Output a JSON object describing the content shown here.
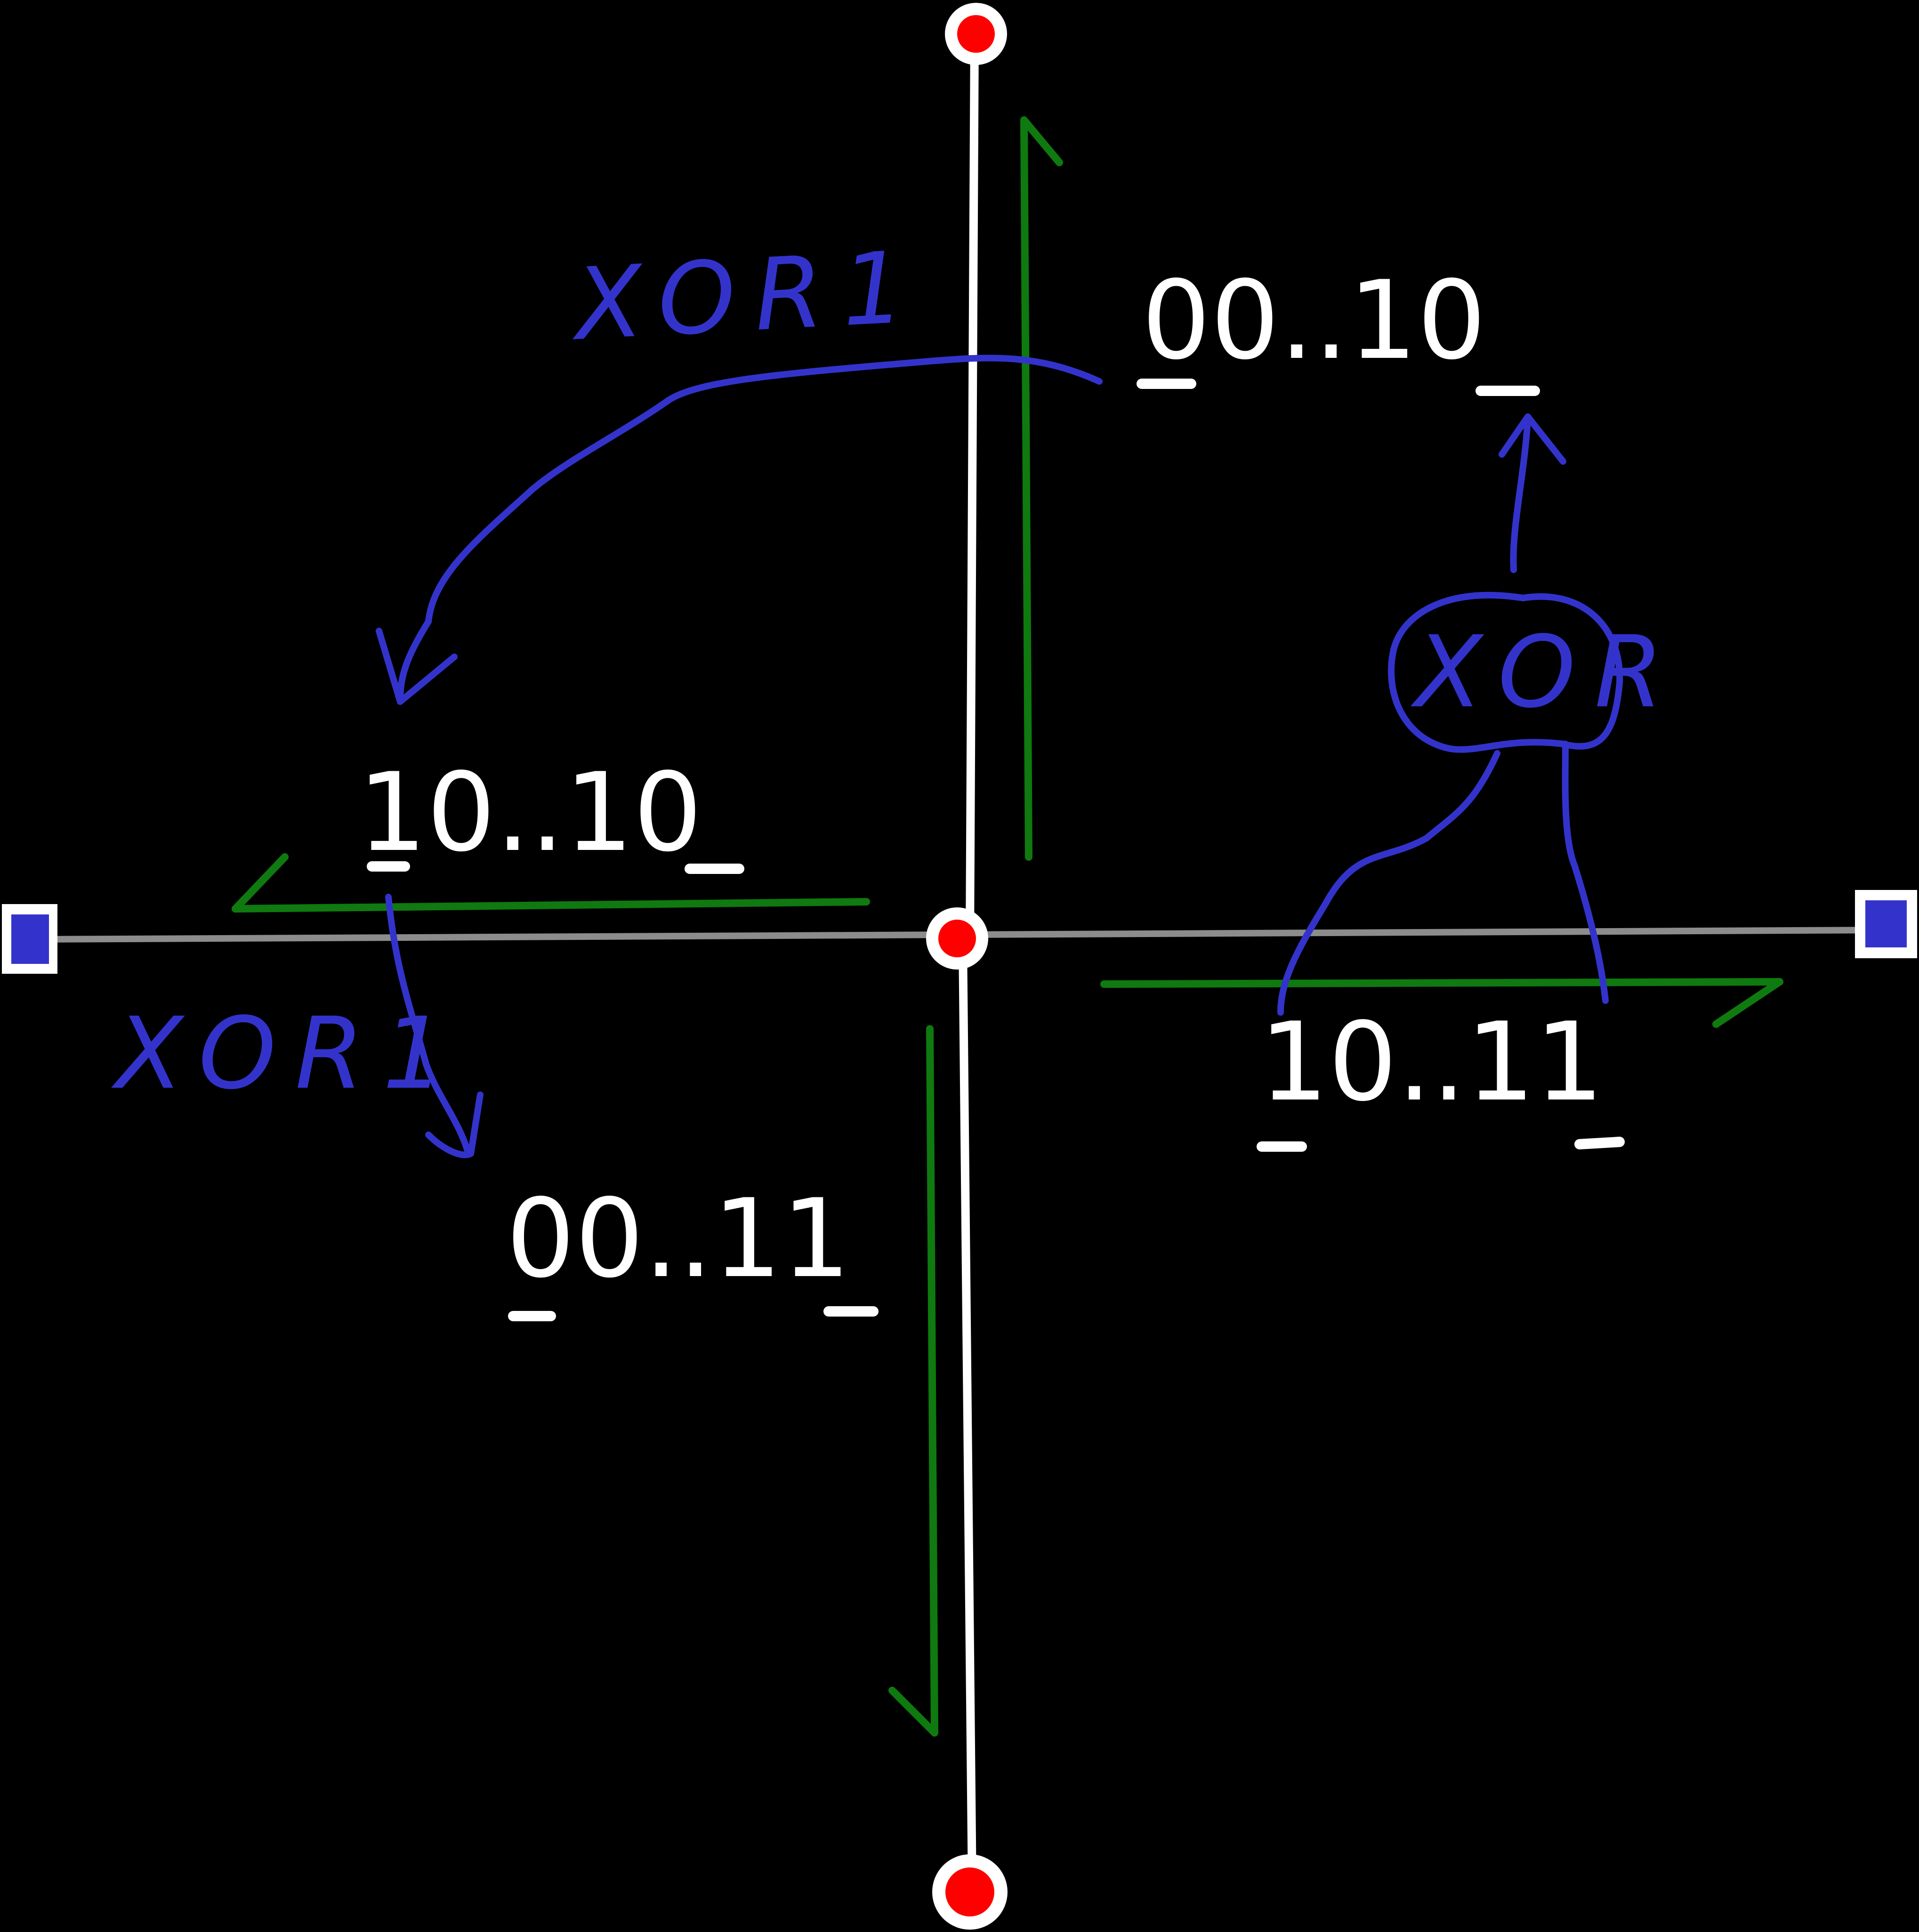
{
  "labels": {
    "top_right_bits": "00..10",
    "left_bits": "10..10",
    "bottom_left_bits": "00..11",
    "right_bits": "10..11",
    "xor1_upper": "XOR1",
    "xor1_lower": "XOR1",
    "xor_circle": "XOR"
  },
  "colors": {
    "background": "#000000",
    "axis_vertical": "#ffffff",
    "axis_horizontal": "#8c8c8c",
    "arrows_green": "#0f7a0f",
    "annotations_blue": "#3333cc",
    "points_red": "#ff0000",
    "handles_blue": "#3333cc"
  },
  "icons": {
    "endpoint": "red-dot-icon",
    "handle": "blue-square-handle-icon"
  }
}
